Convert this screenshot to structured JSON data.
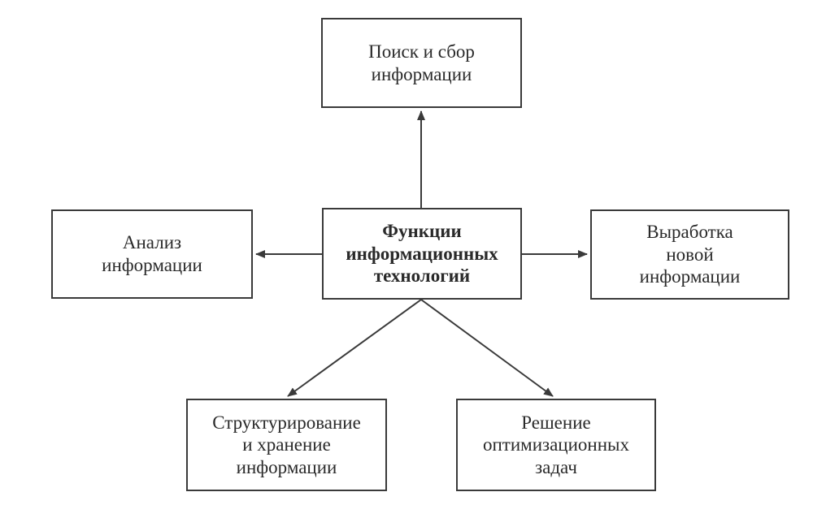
{
  "diagram": {
    "center": {
      "label": "Функции\nинформационных\nтехнологий"
    },
    "nodes": {
      "search": {
        "label": "Поиск и сбор\nинформации"
      },
      "analysis": {
        "label": "Анализ\nинформации"
      },
      "develop": {
        "label": "Выработка\nновой\nинформации"
      },
      "structuring": {
        "label": "Структурирование\nи хранение\nинформации"
      },
      "optimization": {
        "label": "Решение\nоптимизационных\nзадач"
      }
    },
    "edges": [
      {
        "from": "center",
        "to": "search"
      },
      {
        "from": "center",
        "to": "analysis"
      },
      {
        "from": "center",
        "to": "develop"
      },
      {
        "from": "center",
        "to": "structuring"
      },
      {
        "from": "center",
        "to": "optimization"
      }
    ],
    "colors": {
      "line": "#3a3a3a",
      "text": "#2a2a2a",
      "background": "#ffffff"
    }
  }
}
